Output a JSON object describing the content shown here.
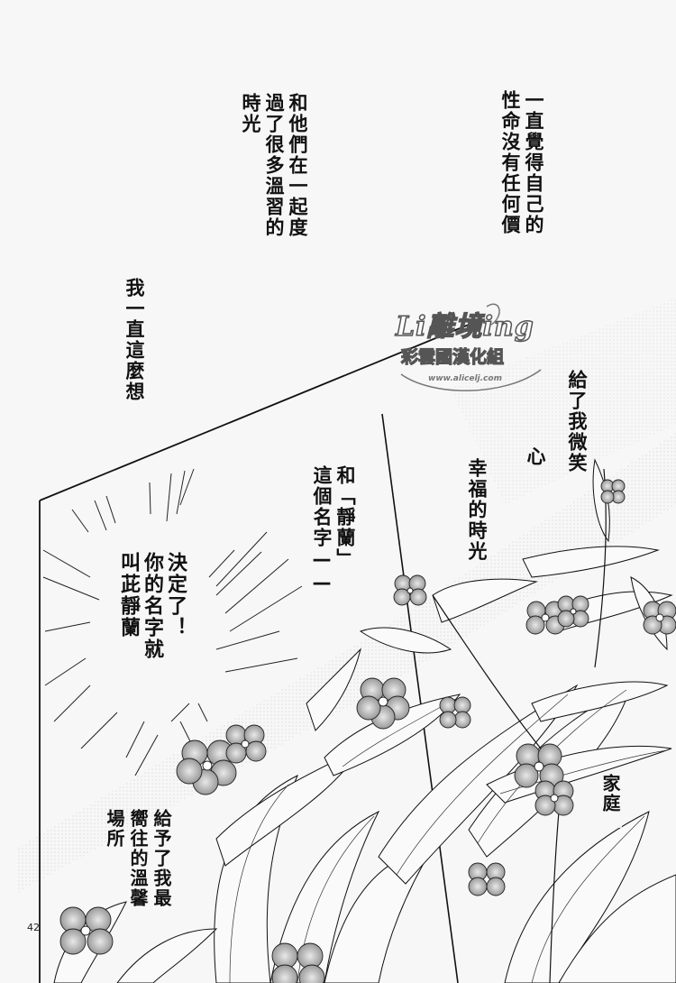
{
  "page": {
    "type": "manga-page",
    "page_number": "42"
  },
  "watermark": {
    "title": "Li離境ing",
    "group": "彩雲國漢化組",
    "url": "www.alicelj.com"
  },
  "captions": {
    "top_right": [
      "一直覺得自己的",
      "性命沒有任何價"
    ],
    "top_middle": [
      "和他們在一起度",
      "過了很多溫習的",
      "時光"
    ],
    "left_upper": [
      "我一直這麼想"
    ],
    "right_mid": [
      "給了我微笑"
    ],
    "heart": [
      "心"
    ],
    "happy_time": [
      "幸福的時光"
    ],
    "name_line": [
      "和「靜蘭」",
      "這個名字——"
    ],
    "decision": [
      "決定了！",
      "你的名字就",
      "叫茈靜蘭"
    ],
    "bottom_left": [
      "給予了我最",
      "嚮往的溫馨",
      "場所"
    ],
    "family": [
      "家庭"
    ]
  },
  "colors": {
    "paper": "#f7f7f7",
    "ink": "#111111",
    "tone": "#9a9a9a"
  }
}
